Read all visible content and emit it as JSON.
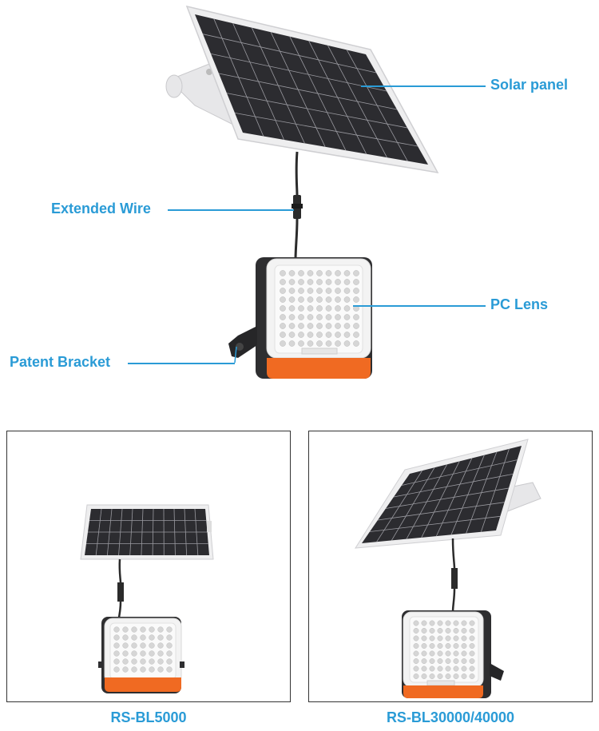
{
  "main_diagram": {
    "labels": {
      "solar_panel": "Solar panel",
      "extended_wire": "Extended Wire",
      "pc_lens": "PC Lens",
      "patent_bracket": "Patent Bracket"
    }
  },
  "products": [
    {
      "caption": "RS-BL5000"
    },
    {
      "caption": "RS-BL30000/40000"
    }
  ],
  "colors": {
    "label_blue": "#2a9bd6",
    "panel_cell": "#2b2b2e",
    "frame_silver": "#e8e8ea",
    "housing_dark": "#2e2e30",
    "accent_orange": "#f06a22",
    "lens_white": "#f3f3f3"
  }
}
